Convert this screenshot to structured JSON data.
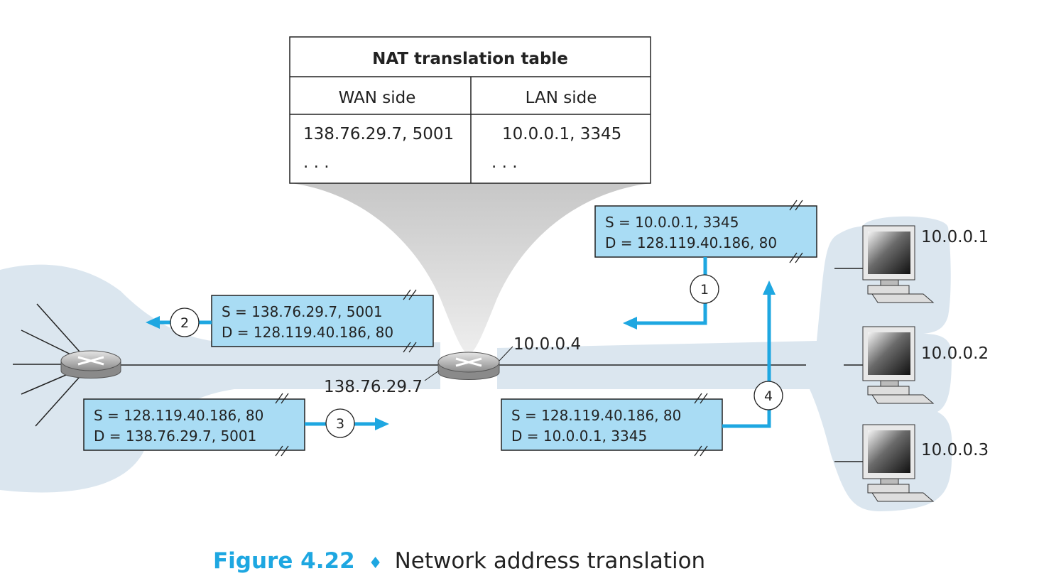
{
  "nat_table": {
    "title": "NAT translation table",
    "col_wan": "WAN side",
    "col_lan": "LAN side",
    "row_wan": "138.76.29.7, 5001",
    "row_lan": "10.0.0.1, 3345",
    "ellipsis_wan": ". . .",
    "ellipsis_lan": ". . ."
  },
  "packets": {
    "p1": {
      "step": "1",
      "src": "S = 10.0.0.1, 3345",
      "dst": "D = 128.119.40.186, 80"
    },
    "p2": {
      "step": "2",
      "src": "S = 138.76.29.7, 5001",
      "dst": "D = 128.119.40.186, 80"
    },
    "p3": {
      "step": "3",
      "src": "S = 128.119.40.186, 80",
      "dst": "D = 138.76.29.7, 5001"
    },
    "p4": {
      "step": "4",
      "src": "S = 128.119.40.186, 80",
      "dst": "D = 10.0.0.1, 3345"
    }
  },
  "router": {
    "lan_ip": "10.0.0.4",
    "wan_ip": "138.76.29.7"
  },
  "hosts": [
    "10.0.0.1",
    "10.0.0.2",
    "10.0.0.3"
  ],
  "caption": {
    "number": "Figure 4.22",
    "bullet": "♦",
    "text": "Network address translation"
  },
  "colors": {
    "arrow": "#1ea7e1",
    "packet_fill": "#a9dcf4",
    "cloud": "#dbe6ef",
    "cone": "#d6d6d6"
  }
}
